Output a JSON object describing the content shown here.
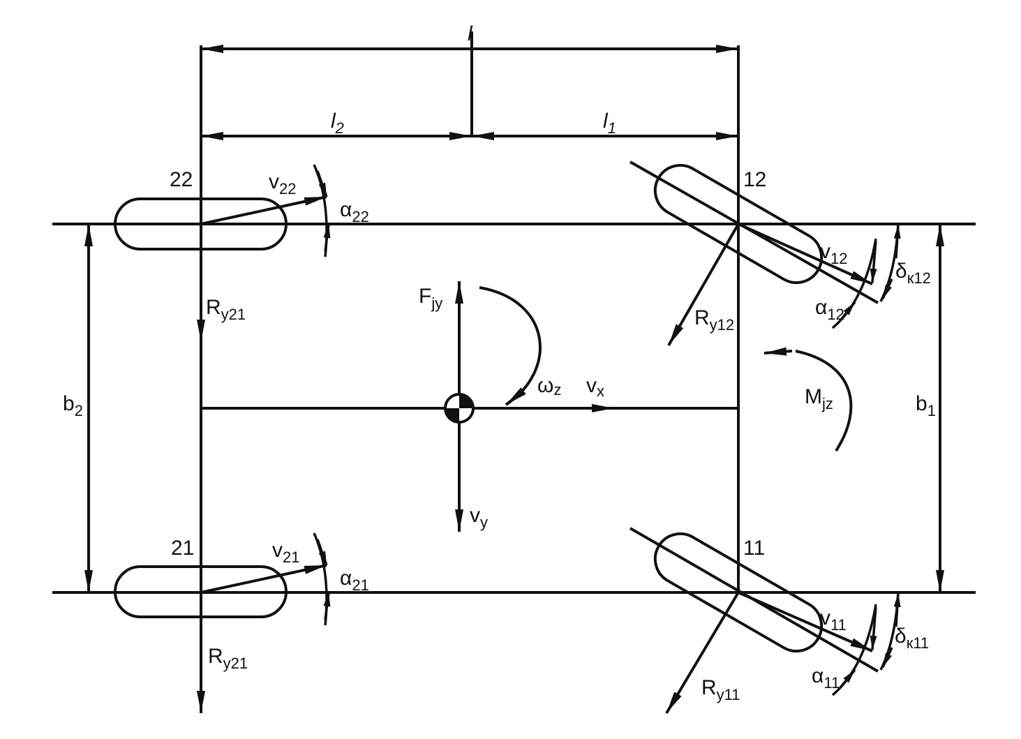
{
  "diagram": {
    "dimensions": {
      "wheelbase": {
        "label": "l"
      },
      "rear_to_cg": {
        "label": "l",
        "sub": "2"
      },
      "front_to_cg": {
        "label": "l",
        "sub": "1"
      },
      "rear_track": {
        "label": "b",
        "sub": "2"
      },
      "front_track": {
        "label": "b",
        "sub": "1"
      }
    },
    "wheels": {
      "w22": {
        "id": "22",
        "velocity": {
          "label": "v",
          "sub": "22"
        },
        "slip": {
          "label": "α",
          "sub": "22"
        }
      },
      "w21": {
        "id": "21",
        "velocity": {
          "label": "v",
          "sub": "21"
        },
        "slip": {
          "label": "α",
          "sub": "21"
        }
      },
      "w12": {
        "id": "12",
        "velocity": {
          "label": "v",
          "sub": "12"
        },
        "slip": {
          "label": "α",
          "sub": "12"
        },
        "steer": {
          "label": "δ",
          "sub": "к12"
        },
        "force": {
          "label": "R",
          "sub": "y12"
        }
      },
      "w11": {
        "id": "11",
        "velocity": {
          "label": "v",
          "sub": "11"
        },
        "slip": {
          "label": "α",
          "sub": "11"
        },
        "steer": {
          "label": "δ",
          "sub": "к11"
        },
        "force": {
          "label": "R",
          "sub": "y11"
        }
      }
    },
    "rear_forces": {
      "upper": {
        "label": "R",
        "sub": "y21"
      },
      "lower": {
        "label": "R",
        "sub": "y21"
      }
    },
    "cg": {
      "inertial_force": {
        "label": "F",
        "sub": "jy"
      },
      "yaw_rate": {
        "label": "ω",
        "sub": "z"
      },
      "vx": {
        "label": "v",
        "sub": "x"
      },
      "vy": {
        "label": "v",
        "sub": "y"
      },
      "inertial_moment": {
        "label": "M",
        "sub": "jz"
      }
    }
  }
}
